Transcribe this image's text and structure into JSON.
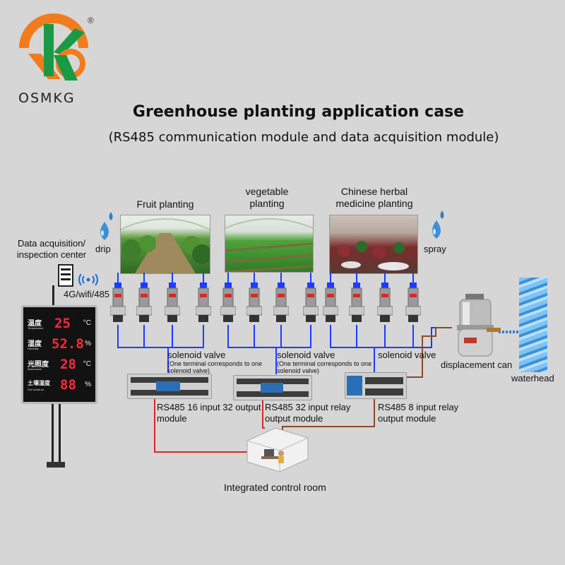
{
  "brand": {
    "name": "OSMKG",
    "registered": "®",
    "logo_orange": "#f07c1e",
    "logo_green": "#1a9a45"
  },
  "title": "Greenhouse planting application case",
  "subtitle": "(RS485 communication module and data acquisition module)",
  "labels": {
    "data_center": "Data acquisition/ inspection center",
    "wireless": "4G/wifi/485",
    "drip": "drip",
    "spray": "spray",
    "solenoid_valve": "solenoid valve",
    "solenoid_note": "(One terminal corresponds to one solenoid valve)",
    "displacement_can": "displacement can",
    "waterhead": "waterhead",
    "control_room": "Integrated control room"
  },
  "crops": [
    {
      "name": "Fruit planting"
    },
    {
      "name": "vegetable planting"
    },
    {
      "name": "Chinese herbal medicine planting"
    }
  ],
  "modules": [
    {
      "name": "RS485 16 input 32 output module"
    },
    {
      "name": "RS485 32 input relay output module"
    },
    {
      "name": "RS485 8 input relay output module"
    }
  ],
  "display": [
    {
      "cn": "温度",
      "en": "Temperature",
      "value": "25",
      "unit": "°C"
    },
    {
      "cn": "湿度",
      "en": "Humidity",
      "value": "52.8",
      "unit": "%"
    },
    {
      "cn": "光照度",
      "en": "Illuminance",
      "value": "28",
      "unit": "°C"
    },
    {
      "cn": "土壤湿度",
      "en": "Soil moisture",
      "value": "88",
      "unit": "%"
    }
  ],
  "colors": {
    "blue_line": "#1e3cff",
    "red_line": "#d8282a",
    "brown_line": "#8b4a2a",
    "led_red": "#ff2a3a"
  }
}
